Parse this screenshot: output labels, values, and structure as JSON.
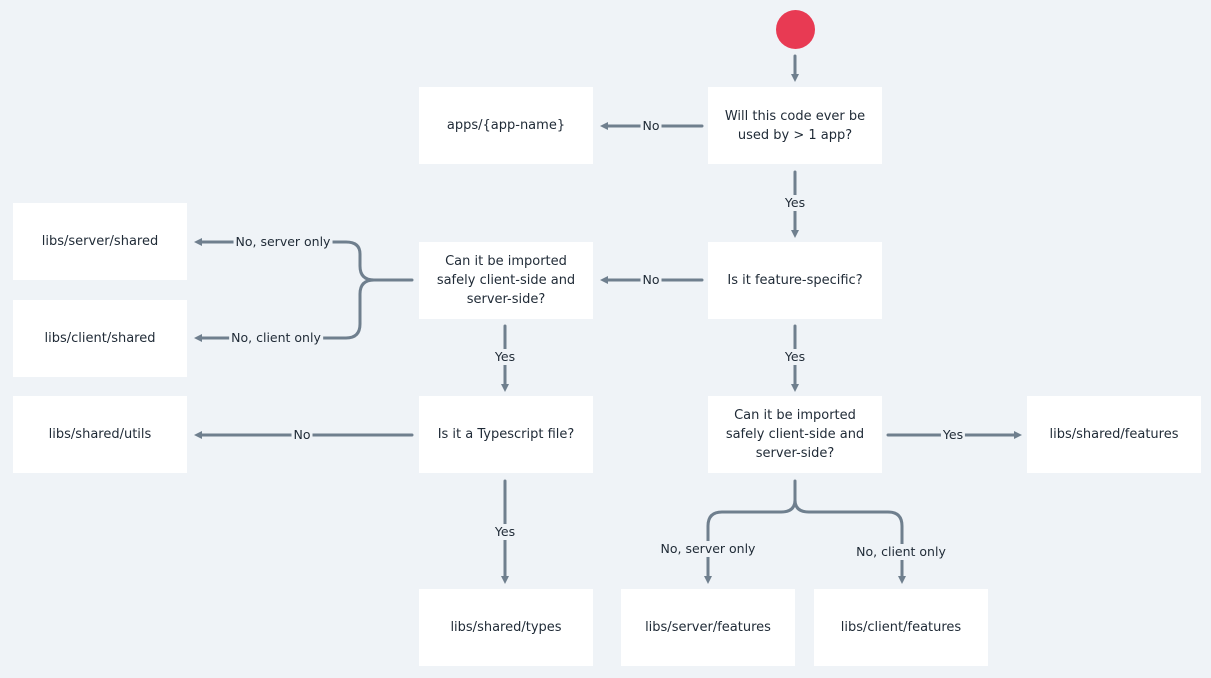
{
  "nodes": {
    "q_multi_app": "Will this code ever be used by > 1 app?",
    "apps_app_name": "apps/{app-name}",
    "q_feature_specific": "Is it feature-specific?",
    "q_import_left": "Can it be imported safely client-side and server-side?",
    "libs_server_shared": "libs/server/shared",
    "libs_client_shared": "libs/client/shared",
    "q_typescript": "Is it a Typescript file?",
    "libs_shared_utils": "libs/shared/utils",
    "libs_shared_types": "libs/shared/types",
    "q_import_right": "Can it be imported safely client-side and server-side?",
    "libs_shared_features": "libs/shared/features",
    "libs_server_features": "libs/server/features",
    "libs_client_features": "libs/client/features"
  },
  "edges": {
    "multi_no": "No",
    "multi_yes": "Yes",
    "feature_no": "No",
    "feature_yes": "Yes",
    "left_server_only": "No, server only",
    "left_client_only": "No, client only",
    "left_yes": "Yes",
    "ts_no": "No",
    "ts_yes": "Yes",
    "right_yes": "Yes",
    "right_server_only": "No, server only",
    "right_client_only": "No, client only"
  },
  "colors": {
    "start": "#e83a53",
    "connector": "#6f7f8e",
    "background": "#eff3f7",
    "node": "#ffffff"
  }
}
